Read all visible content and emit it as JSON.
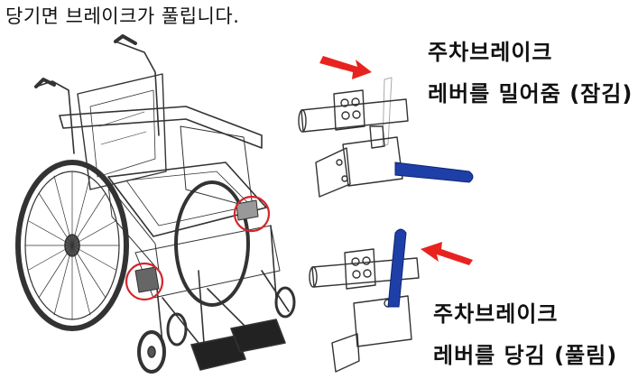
{
  "caption": "당기면 브레이크가 풀립니다.",
  "engaged": {
    "title": "주차브레이크",
    "desc": "레버를 밀어줌 (잠김)"
  },
  "released": {
    "title": "주차브레이크",
    "desc": "레버를 당김 (풀림)"
  },
  "colors": {
    "lever": "#1f3fa8",
    "arrow": "#e8231f",
    "highlight_circle": "#d4252a",
    "line_art": "#333333"
  }
}
